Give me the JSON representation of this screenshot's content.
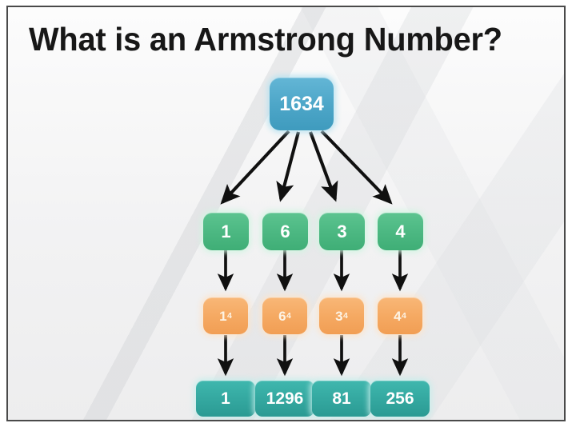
{
  "slide": {
    "title": "What is an Armstrong Number?",
    "border_color": "#4a4a4a",
    "background_color": "#f4f4f4"
  },
  "palette": {
    "root": "#4da6c8",
    "digit": "#4cb882",
    "power": "#f5a962",
    "result": "#34a8a0",
    "arrow": "#101010",
    "title_text": "#171717",
    "node_text": "#ffffff"
  },
  "diagram": {
    "type": "tree",
    "root": {
      "label": "1634",
      "value": 1634
    },
    "columns": [
      {
        "digit": "1",
        "power_base": "1",
        "power_exponent": "4",
        "power_label": "1⁴",
        "result": "1"
      },
      {
        "digit": "6",
        "power_base": "6",
        "power_exponent": "4",
        "power_label": "6⁴",
        "result": "1296"
      },
      {
        "digit": "3",
        "power_base": "3",
        "power_exponent": "4",
        "power_label": "3⁴",
        "result": "81"
      },
      {
        "digit": "4",
        "power_base": "4",
        "power_exponent": "4",
        "power_label": "4⁴",
        "result": "256"
      }
    ],
    "rows": [
      "root",
      "digits",
      "powers",
      "results"
    ]
  }
}
